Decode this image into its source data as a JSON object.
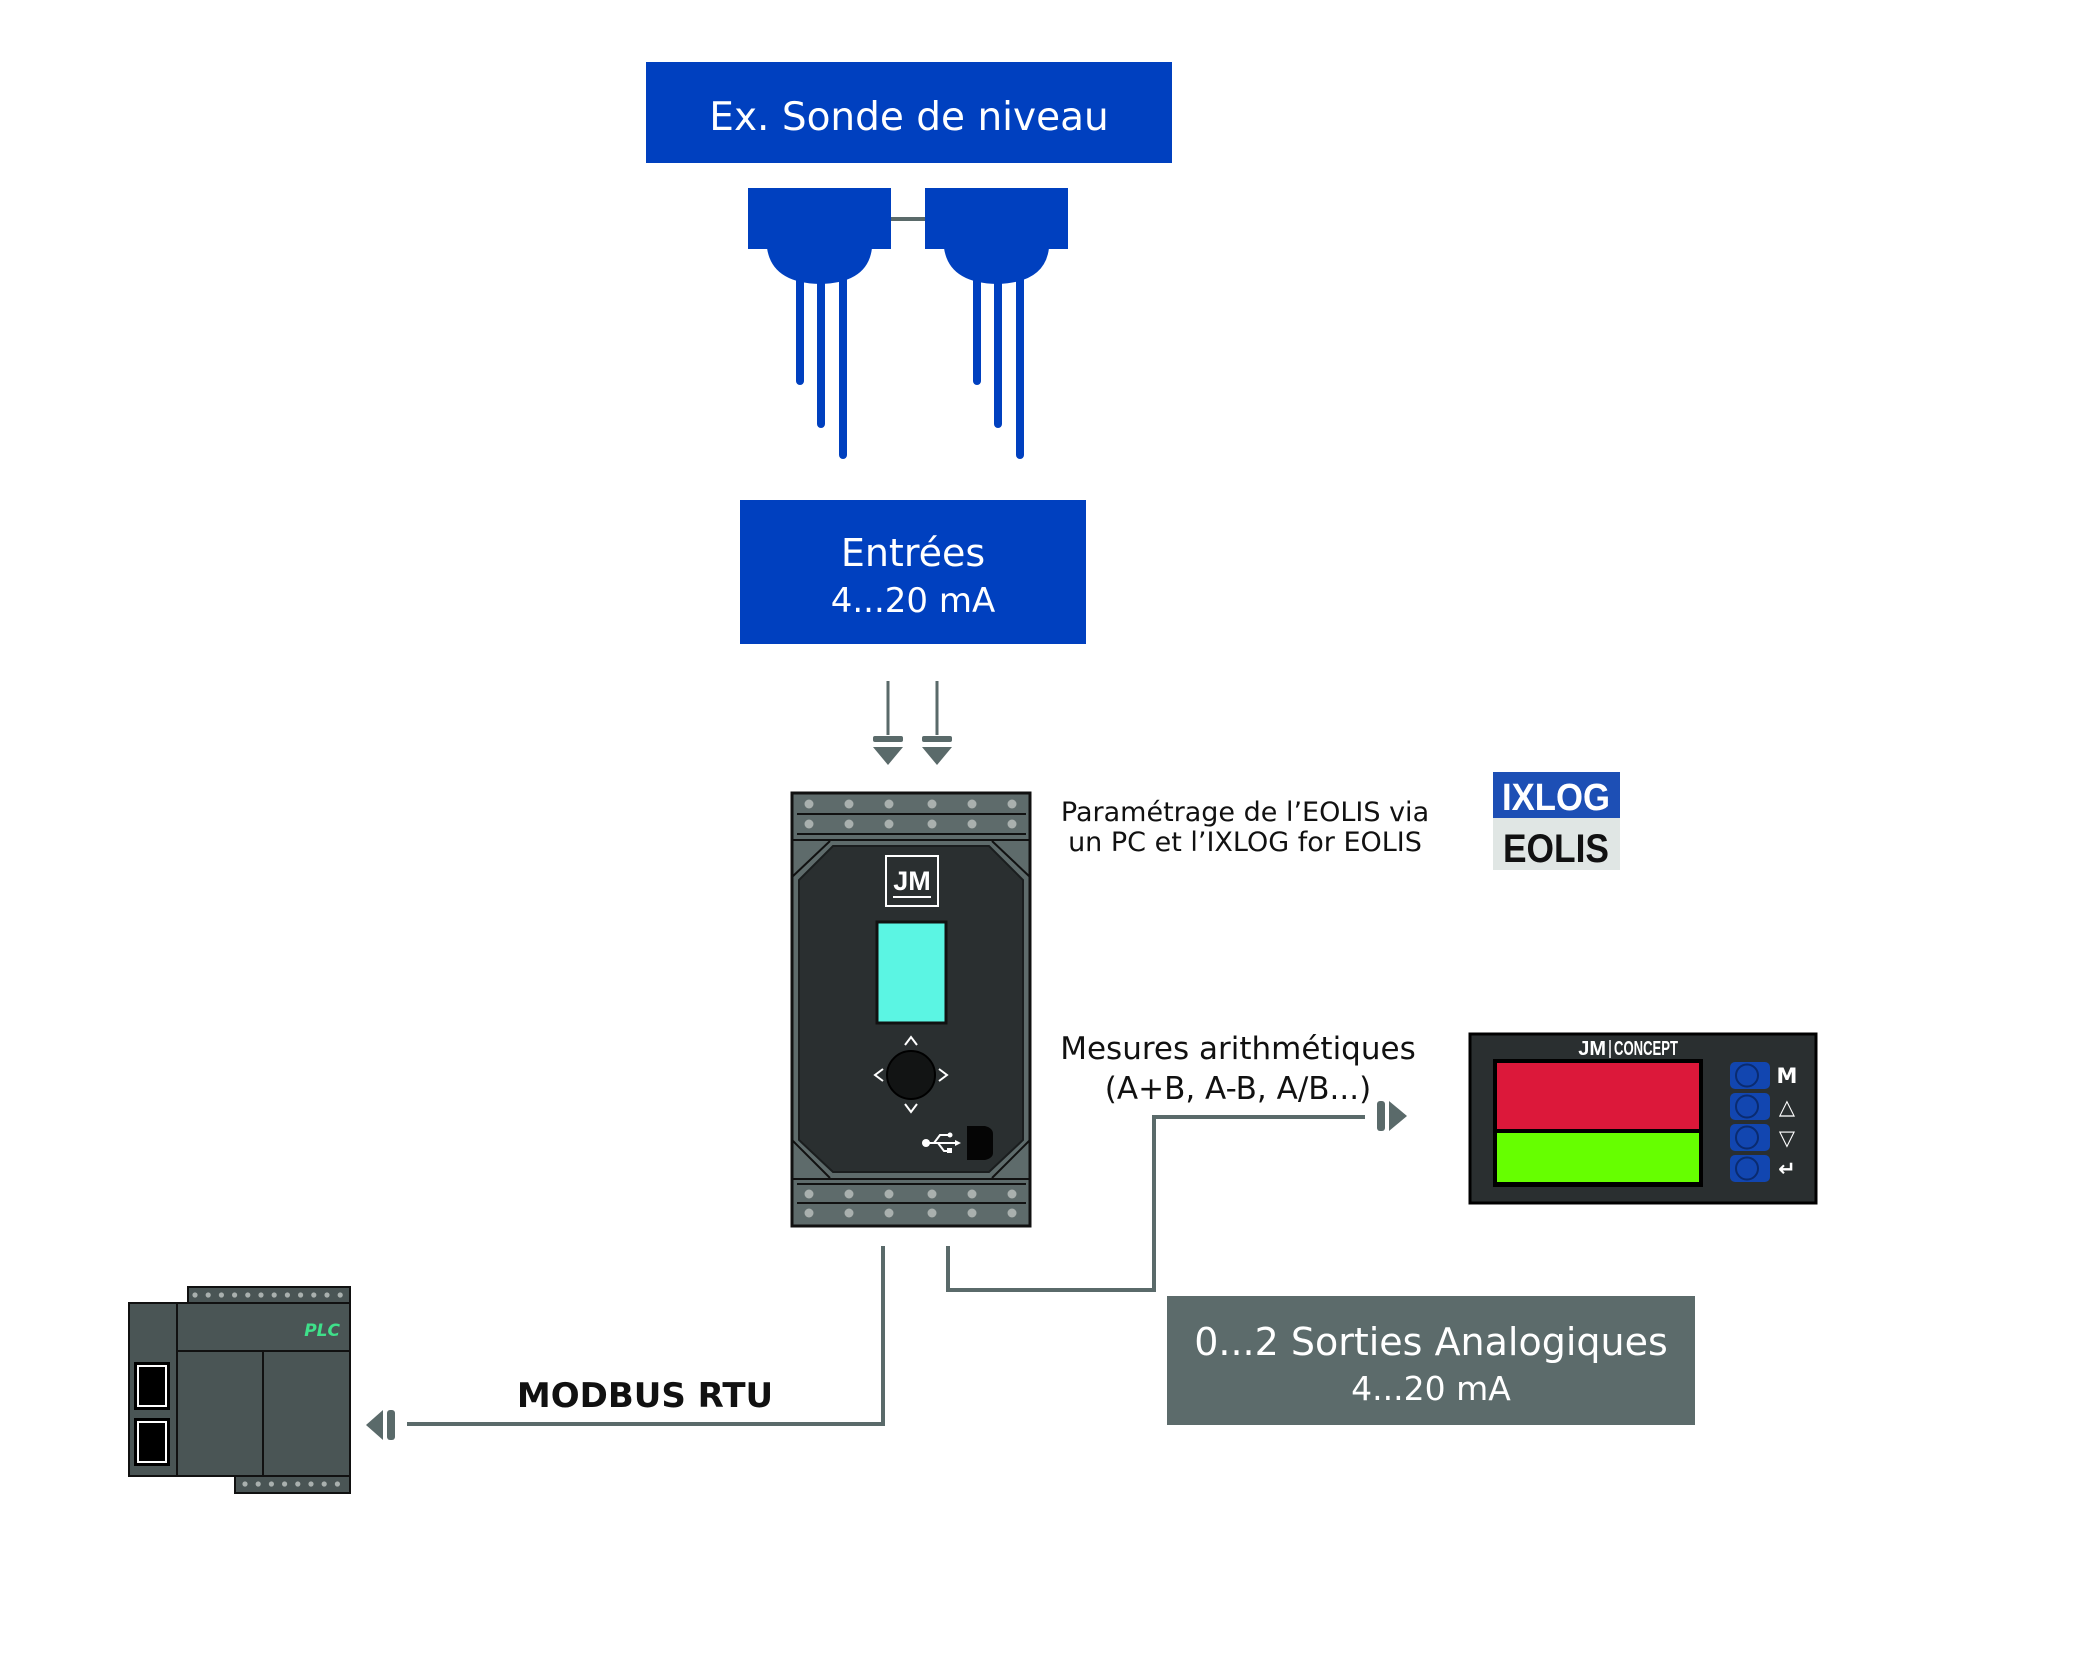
{
  "colors": {
    "brand_blue": "#0040BF",
    "line_gray": "#5A6A6A",
    "box_gray": "#5C6B6B",
    "device_dark": "#2A2F30",
    "device_frame": "#5E6B6B",
    "screen_cyan": "#5BF5E3",
    "display_red": "#DC183A",
    "display_green": "#66FF00",
    "button_blue": "#1246B0",
    "plc_body": "#4A5555",
    "plc_text": "#3FE08A"
  },
  "source_box": {
    "label": "Ex. Sonde de niveau"
  },
  "probes": [
    {
      "name": "level-probe-1"
    },
    {
      "name": "level-probe-2"
    }
  ],
  "inputs_box": {
    "title": "Entrées",
    "range": "4...20 mA"
  },
  "device": {
    "logo": "JM",
    "icons": [
      "up-chevron-icon",
      "down-chevron-icon",
      "left-chevron-icon",
      "right-chevron-icon",
      "usb-icon"
    ]
  },
  "config_note": {
    "line1": "Paramétrage de l’EOLIS via",
    "line2": "un PC et l’IXLOG for EOLIS"
  },
  "software_logo": {
    "top": "IXLOG",
    "bottom": "EOLIS"
  },
  "arithmetic_note": {
    "line1": "Mesures arithmétiques",
    "line2": "(A+B, A-B, A/B...)"
  },
  "panel_display": {
    "brand_left": "JM",
    "brand_right": "CONCEPT",
    "buttons": [
      {
        "symbol": "M"
      },
      {
        "symbol": "△"
      },
      {
        "symbol": "▽"
      },
      {
        "symbol": "↵"
      }
    ]
  },
  "outputs_box": {
    "title": "0...2  Sorties Analogiques",
    "range": "4...20 mA"
  },
  "modbus_label": "MODBUS RTU",
  "plc": {
    "label": "PLC"
  }
}
